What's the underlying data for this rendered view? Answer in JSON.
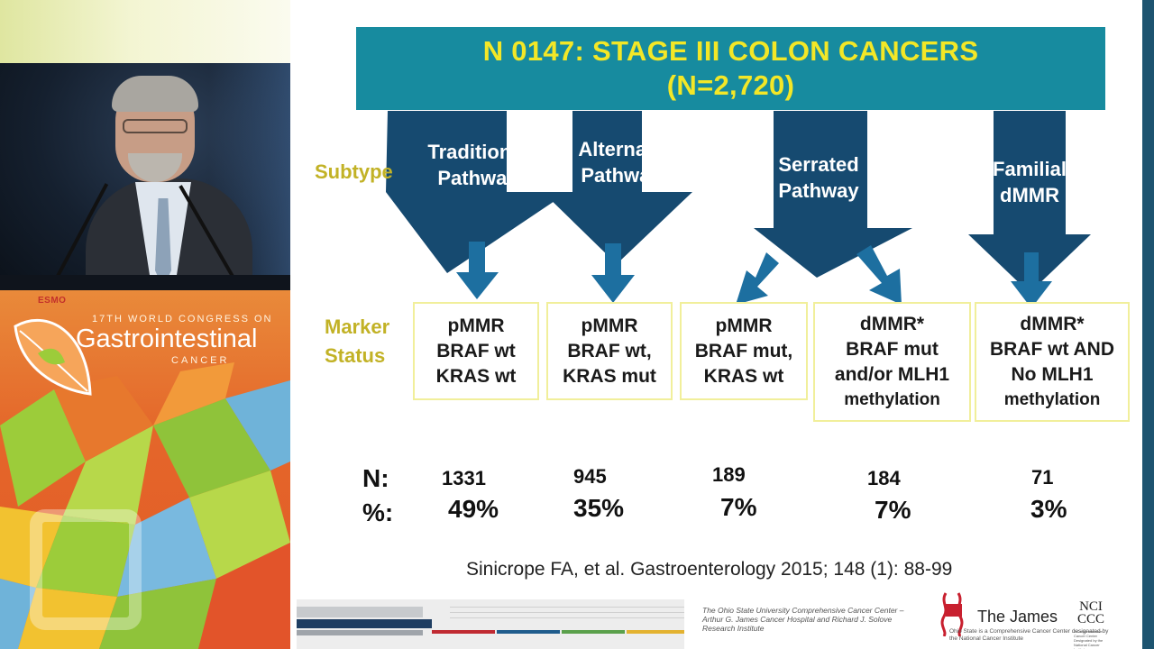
{
  "congress": {
    "esmo_logo": "ESMO",
    "line1": "17TH WORLD CONGRESS ON",
    "line2": "Gastrointestinal",
    "line3": "CANCER"
  },
  "slide": {
    "title_line1": "N 0147: STAGE III COLON CANCERS",
    "title_line2": "(N=2,720)",
    "subtype_label": "Subtype",
    "marker_label_line1": "Marker",
    "marker_label_line2": "Status",
    "pathways": [
      {
        "line1": "Traditional",
        "line2": "Pathway"
      },
      {
        "line1": "Alternate",
        "line2": "Pathway"
      },
      {
        "line1": "Serrated",
        "line2": "Pathway"
      },
      {
        "line1": "Familial",
        "line2": "dMMR"
      }
    ],
    "markers": [
      {
        "lines": [
          "pMMR",
          "BRAF wt",
          "KRAS wt"
        ]
      },
      {
        "lines": [
          "pMMR",
          "BRAF wt,",
          "KRAS mut"
        ]
      },
      {
        "lines": [
          "pMMR",
          "BRAF mut,",
          "KRAS wt"
        ]
      },
      {
        "lines": [
          "dMMR*",
          "BRAF mut",
          "and/or MLH1",
          "methylation"
        ]
      },
      {
        "lines": [
          "dMMR*",
          "BRAF wt AND",
          "No MLH1",
          "methylation"
        ]
      }
    ],
    "stats": {
      "n_label": "N:",
      "pct_label": "%:",
      "counts": [
        "1331",
        "945",
        "189",
        "184",
        "71"
      ],
      "percents": [
        "49%",
        "35%",
        "7%",
        "7%",
        "3%"
      ]
    },
    "citation": "Sinicrope FA, et al. Gastroenterology 2015; 148 (1): 88-99",
    "colors": {
      "title_bg": "#178b9f",
      "title_text": "#f3e727",
      "arrow": "#164a70",
      "small_arrow": "#1d6fa0",
      "label_yellow": "#c2b226",
      "box_border": "#f1ef9b"
    }
  },
  "footer": {
    "institution": "The Ohio State University Comprehensive Cancer Center – Arthur G. James Cancer Hospital and Richard J. Solove Research Institute",
    "james_name": "The James",
    "james_sub": "Ohio State is a Comprehensive Cancer Center designated by the National Cancer Institute",
    "nci_line1": "NCI",
    "nci_line2": "CCC",
    "nci_sub": "A Comprehensive Cancer Center Designated by the National Cancer Institute"
  }
}
